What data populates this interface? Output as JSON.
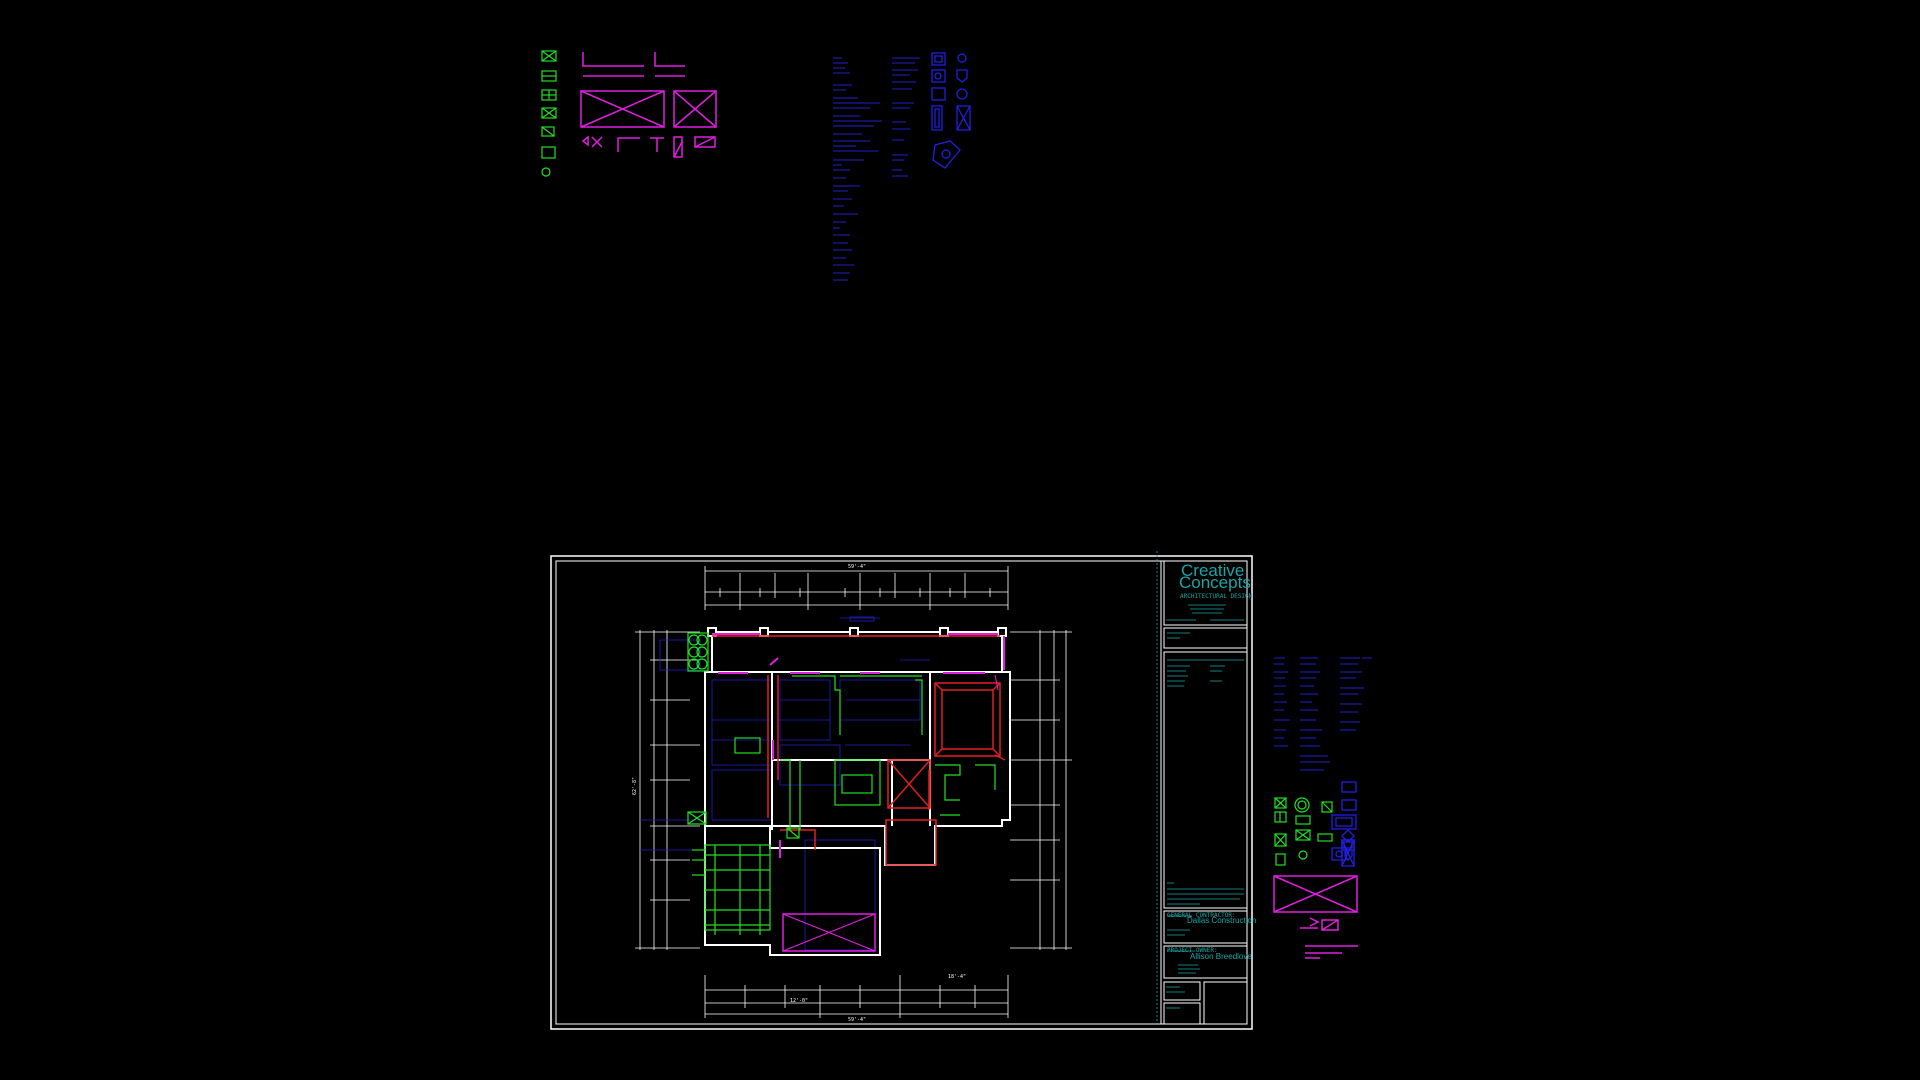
{
  "app": {
    "title": "CAD Drawing Viewer",
    "background_color": "#000000"
  },
  "colors": {
    "wall": "#ffffff",
    "green_layer": "#22e022",
    "magenta_layer": "#e020e0",
    "blue_layer": "#2020d0",
    "red_layer": "#e02020",
    "cyan_text": "#1aa5a5"
  },
  "title_block": {
    "company_line1": "Creative",
    "company_line2": "Concepts",
    "tagline": "ARCHITECTURAL DESIGN",
    "contractor_label": "GENERAL CONTRACTOR:",
    "contractor_name": "Dallas Construction",
    "owner_label": "PROJECT OWNER:",
    "owner_name": "Allison Breedlove"
  },
  "floor_plan": {
    "overall_width_dim": "59'-4\"",
    "overall_depth_dim": "62'-8\"",
    "bottom_dim": "59'-4\"",
    "sub_dim_a": "18'-4\"",
    "sub_dim_b": "12'-0\""
  },
  "legends": {
    "top_notes_visible": true,
    "right_notes_visible": true
  }
}
